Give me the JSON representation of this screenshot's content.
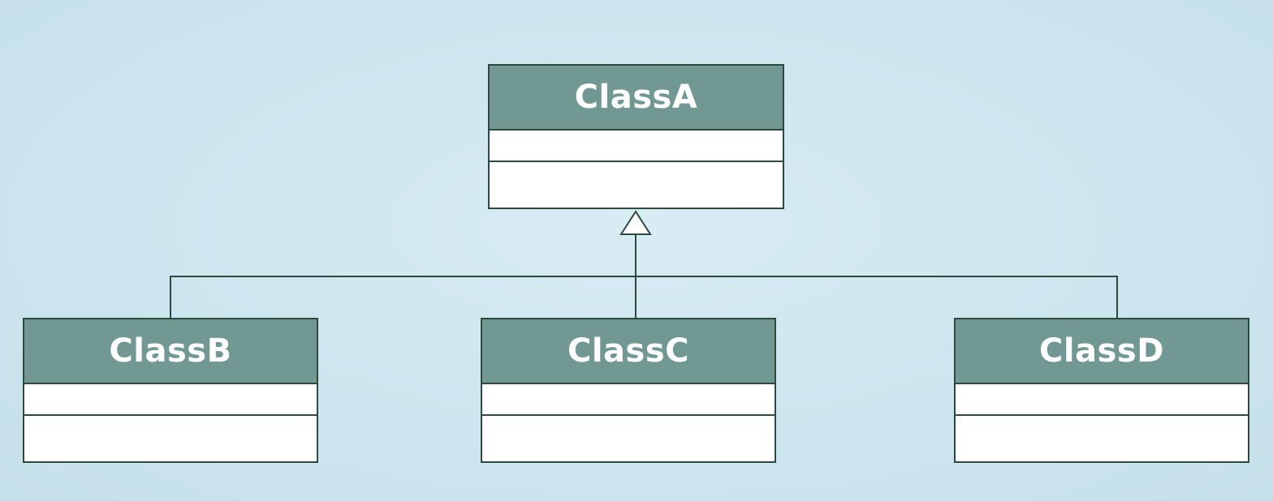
{
  "diagram": {
    "type": "uml-class-inheritance",
    "parent": {
      "name": "ClassA"
    },
    "children": [
      {
        "name": "ClassB"
      },
      {
        "name": "ClassC"
      },
      {
        "name": "ClassD"
      }
    ],
    "colors": {
      "background": "#cfe6ef",
      "header_fill": "#729894",
      "header_text": "#ffffff",
      "border": "#2d4a3e",
      "compartment_fill": "#ffffff"
    }
  }
}
